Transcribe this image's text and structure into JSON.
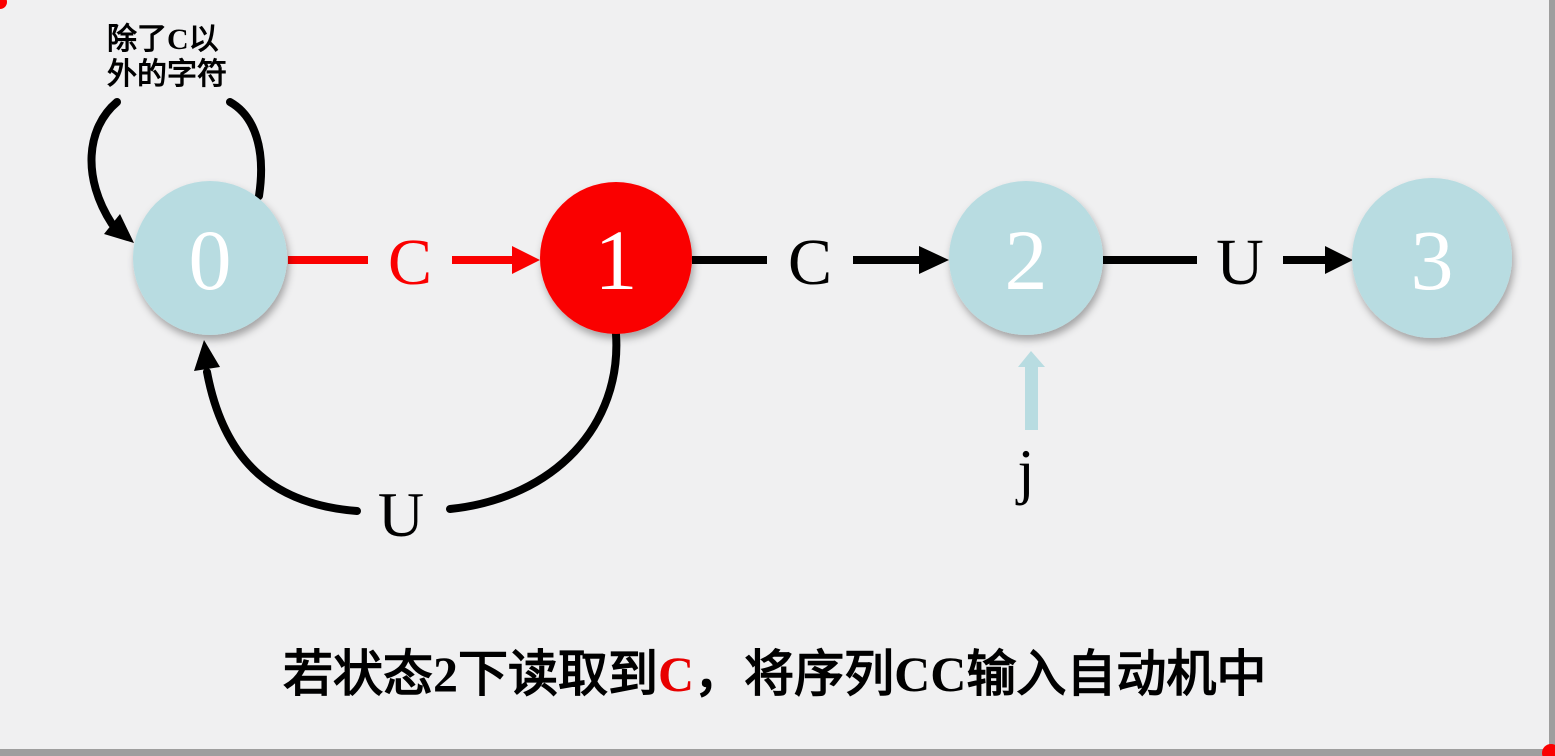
{
  "window": {
    "background": "#f0f0f1",
    "border_color": "#9e9e9e",
    "corner_dot_color": "#fa0000"
  },
  "diagram": {
    "states": [
      {
        "label": "0",
        "fill": "#b8dce1",
        "text_color": "#ffffff"
      },
      {
        "label": "1",
        "fill": "#fa0000",
        "text_color": "#ffffff"
      },
      {
        "label": "2",
        "fill": "#b8dce1",
        "text_color": "#ffffff"
      },
      {
        "label": "3",
        "fill": "#b8dce1",
        "text_color": "#ffffff"
      }
    ],
    "self_loop": {
      "line1": "除了C以",
      "line2": "外的字符",
      "color": "#000000"
    },
    "edges": [
      {
        "from": "0",
        "to": "1",
        "label": "C",
        "color": "#fa0000"
      },
      {
        "from": "1",
        "to": "2",
        "label": "C",
        "color": "#000000"
      },
      {
        "from": "2",
        "to": "3",
        "label": "U",
        "color": "#000000"
      },
      {
        "from": "1",
        "to": "0",
        "label": "U",
        "color": "#000000"
      }
    ],
    "pointer": {
      "label": "j",
      "arrow_color": "#b8dce1",
      "label_color": "#000000",
      "points_to_state": "2"
    }
  },
  "caption": {
    "segments": [
      {
        "text": "若状态2下读取到",
        "color": "#000000"
      },
      {
        "text": "C",
        "color": "#e80000"
      },
      {
        "text": "，将序列CC输入自动机中",
        "color": "#000000"
      }
    ]
  }
}
